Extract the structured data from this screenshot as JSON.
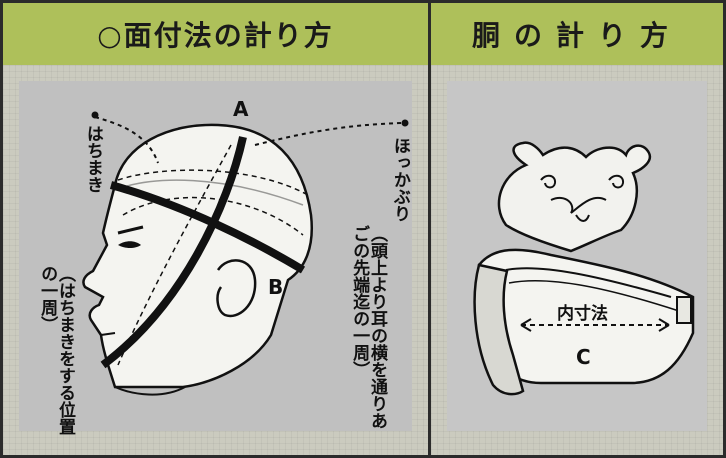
{
  "header": {
    "left_title": "○面付法の計り方",
    "right_title": "胴の計り方"
  },
  "left_diagram": {
    "label_a": "A",
    "label_b": "B",
    "hachimaki": "はちまき",
    "hokkaburi": "ほっかぶり",
    "hachimaki_position": "（はちまきをする位置の一周）",
    "head_loop": "（頭上より耳の横を通りあごの先端迄の一周）"
  },
  "right_diagram": {
    "inner_dimension": "内寸法",
    "label_c": "C"
  },
  "colors": {
    "header": "#aec05a",
    "panel": "#c0c0c0",
    "line": "#111111"
  }
}
